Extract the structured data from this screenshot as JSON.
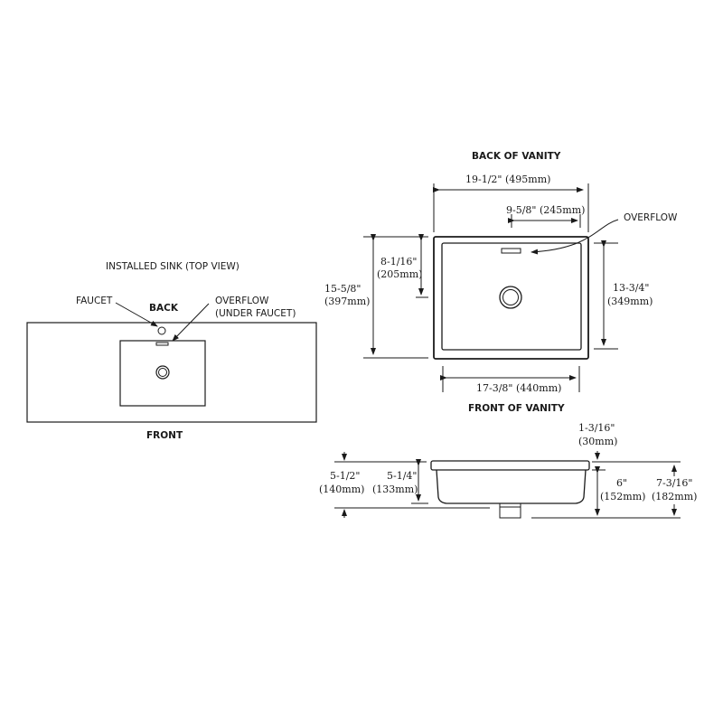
{
  "top_view": {
    "title": "INSTALLED SINK (TOP VIEW)",
    "back_label": "BACK",
    "front_label": "FRONT",
    "faucet_label": "FAUCET",
    "overflow_label_line1": "OVERFLOW",
    "overflow_label_line2": "(UNDER FAUCET)"
  },
  "plan_view": {
    "title": "BACK OF VANITY",
    "overall_width": "19-1/2\" (495mm)",
    "drain_offset": "9-5/8\" (245mm)",
    "overflow_label": "OVERFLOW",
    "overall_depth_in": "15-5/8\"",
    "overall_depth_mm": "(397mm)",
    "drain_depth_in": "8-1/16\"",
    "drain_depth_mm": "(205mm)",
    "inner_depth_in": "13-3/4\"",
    "inner_depth_mm": "(349mm)",
    "inner_width": "17-3/8\" (440mm)"
  },
  "front_view": {
    "title": "FRONT OF VANITY",
    "rim_in": "1-3/16\"",
    "rim_mm": "(30mm)",
    "total_height_left_in": "5-1/2\"",
    "total_height_left_mm": "(140mm)",
    "bowl_depth_in": "5-1/4\"",
    "bowl_depth_mm": "(133mm)",
    "bowl_height_right_in": "6\"",
    "bowl_height_right_mm": "(152mm)",
    "overall_height_in": "7-3/16\"",
    "overall_height_mm": "(182mm)"
  }
}
